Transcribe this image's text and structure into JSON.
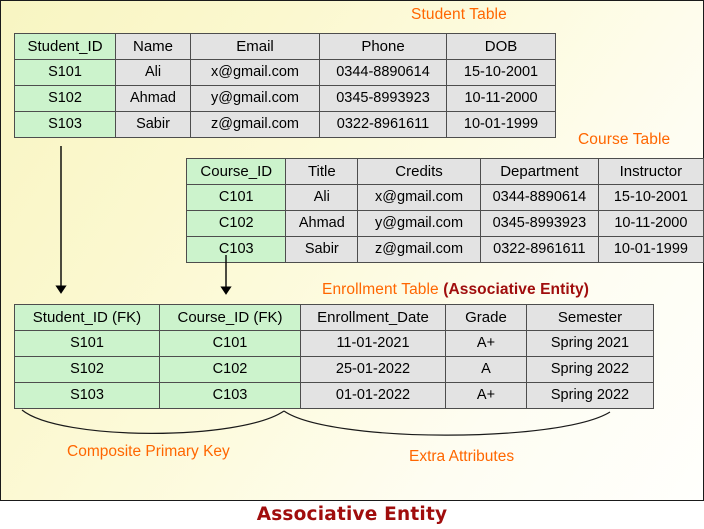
{
  "diagram": {
    "bottom_caption": "Associative Entity",
    "colors": {
      "accent_orange": "#ff6600",
      "accent_dark_red": "#a00d0d",
      "key_cell_green": "#ccf3cc",
      "cell_gray": "#e3e3e3",
      "panel_yellow": "#f8f5c2"
    }
  },
  "student_table": {
    "caption": "Student Table",
    "headers": [
      "Student_ID",
      "Name",
      "Email",
      "Phone",
      "DOB"
    ],
    "rows": [
      [
        "S101",
        "Ali",
        "x@gmail.com",
        "0344-8890614",
        "15-10-2001"
      ],
      [
        "S102",
        "Ahmad",
        "y@gmail.com",
        "0345-8993923",
        "10-11-2000"
      ],
      [
        "S103",
        "Sabir",
        "z@gmail.com",
        "0322-8961611",
        "10-01-1999"
      ]
    ]
  },
  "course_table": {
    "caption": "Course Table",
    "headers": [
      "Course_ID",
      "Title",
      "Credits",
      "Department",
      "Instructor"
    ],
    "rows": [
      [
        "C101",
        "Ali",
        "x@gmail.com",
        "0344-8890614",
        "15-10-2001"
      ],
      [
        "C102",
        "Ahmad",
        "y@gmail.com",
        "0345-8993923",
        "10-11-2000"
      ],
      [
        "C103",
        "Sabir",
        "z@gmail.com",
        "0322-8961611",
        "10-01-1999"
      ]
    ]
  },
  "enrollment_table": {
    "caption_main": "Enrollment Table ",
    "caption_assoc": "(Associative Entity)",
    "headers": [
      "Student_ID (FK)",
      "Course_ID (FK)",
      "Enrollment_Date",
      "Grade",
      "Semester"
    ],
    "rows": [
      [
        "S101",
        "C101",
        "11-01-2021",
        "A+",
        "Spring 2021"
      ],
      [
        "S102",
        "C102",
        "25-01-2022",
        "A",
        "Spring 2022"
      ],
      [
        "S103",
        "C103",
        "01-01-2022",
        "A+",
        "Spring 2022"
      ]
    ]
  },
  "annotations": {
    "composite_primary_key": "Composite Primary Key",
    "extra_attributes": "Extra Attributes"
  }
}
